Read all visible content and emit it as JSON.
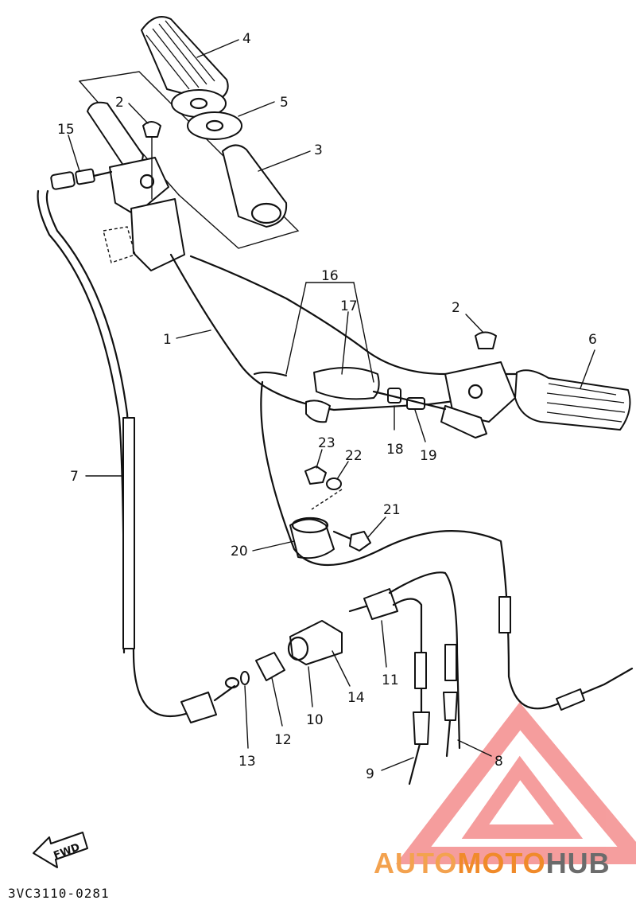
{
  "diagram": {
    "callouts": [
      "4",
      "5",
      "3",
      "2",
      "15",
      "16",
      "17",
      "6",
      "2",
      "1",
      "18",
      "19",
      "23",
      "22",
      "21",
      "20",
      "7",
      "11",
      "14",
      "10",
      "12",
      "13",
      "9",
      "8"
    ],
    "fwd_label": "FWD",
    "part_code": "3VC3110-0281"
  },
  "watermark": {
    "text_a": "AUTO",
    "text_b": "MOTO",
    "text_c": "HUB",
    "color_a": "#f3a24f",
    "color_b": "#f08a2a",
    "color_c": "#6b6b6b",
    "logo_color": "#f27d7d"
  }
}
